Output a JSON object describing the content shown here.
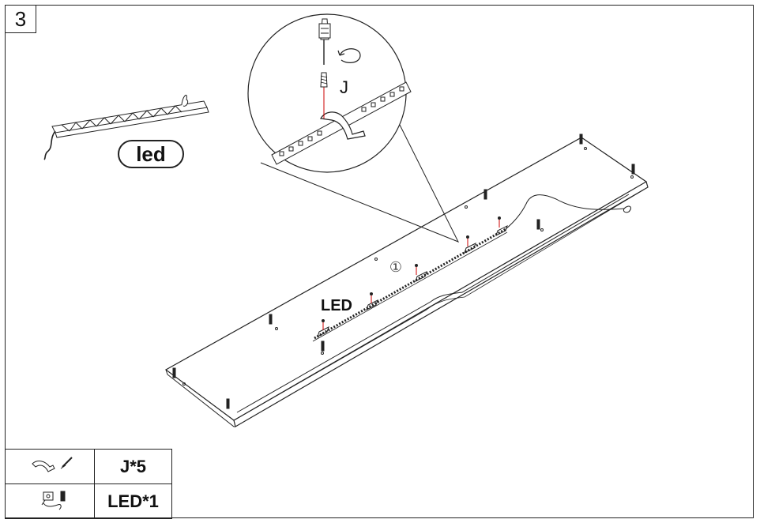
{
  "step": {
    "number": "3"
  },
  "labels": {
    "led_badge": "led",
    "part_callout": "J",
    "led_callout": "LED",
    "board_marker": "①"
  },
  "parts": [
    {
      "icon": "clip-screw-icon",
      "qty": "J*5"
    },
    {
      "icon": "led-strip-icon",
      "qty": "LED*1"
    }
  ]
}
